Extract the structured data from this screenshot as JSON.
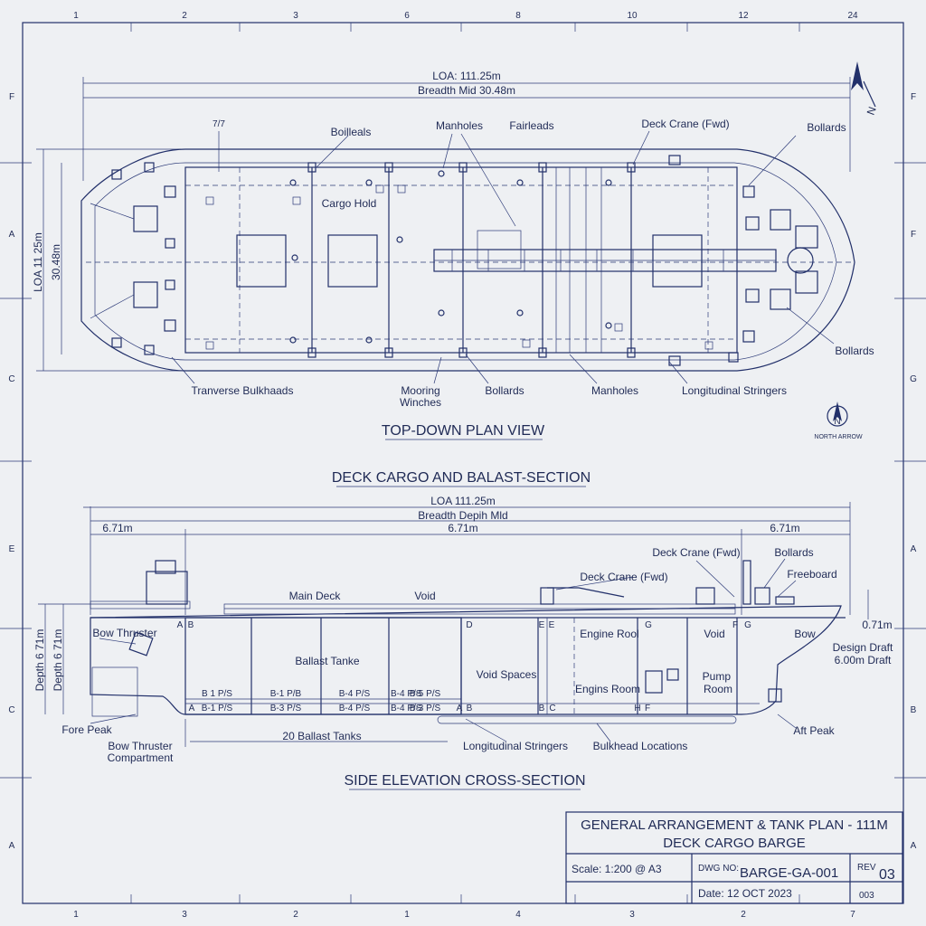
{
  "grid": {
    "top": [
      "1",
      "2",
      "3",
      "6",
      "8",
      "10",
      "12",
      "24"
    ],
    "bottom": [
      "1",
      "3",
      "2",
      "1",
      "4",
      "3",
      "2",
      "7"
    ],
    "left": [
      "F",
      "A",
      "C",
      "E",
      "C",
      "A"
    ],
    "right": [
      "F",
      "F",
      "G",
      "A",
      "B",
      "A"
    ]
  },
  "plan": {
    "dims": {
      "loa": "LOA: 111.25m",
      "breadth": "Breadth Mid 30.48m",
      "small": "7/7",
      "side_a": "LOA 11 25m",
      "side_b": "30.48m"
    },
    "labels": {
      "bolleals": "Boilleals",
      "manholes_top": "Manholes",
      "fairleads": "Fairleads",
      "crane": "Deck Crane (Fwd)",
      "bollards_top": "Bollards",
      "cargo_hold": "Cargo Hold",
      "bollards_right": "Bollards",
      "transverse": "Tranverse Bulkhaads",
      "mooring": "Mooring",
      "winches": "Winches",
      "bollards_bottom": "Bollards",
      "manholes_bottom": "Manholes",
      "stringers": "Longitudinal Stringers"
    },
    "title": "TOP-DOWN PLAN VIEW",
    "north": "NORTH ARROW",
    "north_letter": "N"
  },
  "section_title": "DECK CARGO AND BALAST-SECTION",
  "elevation": {
    "dims": {
      "loa": "LOA 111.25m",
      "breadth": "Breadth Depih Mld",
      "left": "6.71m",
      "mid": "6.71m",
      "right": "6.71m",
      "depth_a": "Depth 6 71m",
      "depth_b": "Depth 6 71m",
      "freeboard_val": "0.71m",
      "design_draft": "Design Draft",
      "draft_val": "6.00m Draft",
      "ballast_dim": "20 Ballast Tanks"
    },
    "labels": {
      "crane_fwd": "Deck Crane (Fwd)",
      "crane_mid": "Deck Crane (Fwd)",
      "bollards": "Bollards",
      "freeboard": "Freeboard",
      "main_deck": "Main Deck",
      "void_top": "Void",
      "bow_thruster": "Bow Thruster",
      "ballast_tanks": "Ballast Tanke",
      "void_spaces": "Void Spaces",
      "engine_room_top": "Engine Rool",
      "engine_room": "Engins Room",
      "void_right": "Void",
      "pump_room": "Pump\nRoom",
      "bow": "Bow",
      "fore_peak": "Fore Peak",
      "bt_comp1": "Bow Thruster",
      "bt_comp2": "Compartment",
      "stringers": "Longitudinal Stringers",
      "bulkhead_loc": "Bulkhead Locations",
      "aft_peak": "Aft Peak"
    },
    "tanks_top": [
      "B 1 P/S",
      "B-1 P/B",
      "B-4 P/S",
      "B-4 P/S",
      "B-5 P/S"
    ],
    "tanks_bottom": [
      "B-1 P/S",
      "B-3 P/S",
      "B-4 P/S",
      "B-4 P/S",
      "B-3 P/S"
    ],
    "letters": {
      "a": "A",
      "b": "B",
      "d": "D",
      "e": "E",
      "e2": "E",
      "g": "G",
      "f": "F",
      "g2": "G",
      "a2": "A",
      "b2": "B",
      "b3": "B",
      "c": "C",
      "h": "H",
      "f2": "F",
      "a3": "A"
    },
    "title": "SIDE ELEVATION CROSS-SECTION"
  },
  "titleblock": {
    "title1": "GENERAL ARRANGEMENT & TANK PLAN - 111M",
    "title2": "DECK CARGO BARGE",
    "scale": "Scale: 1:200 @ A3",
    "dwg_label": "DWG NO:",
    "dwg": "BARGE-GA-001",
    "rev_label": "REV",
    "rev": "03",
    "date": "Date: 12 OCT 2023",
    "sheet": "003"
  }
}
